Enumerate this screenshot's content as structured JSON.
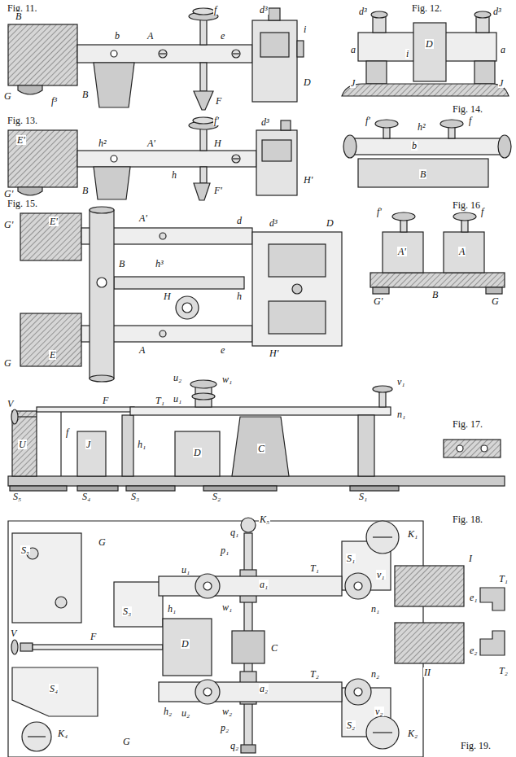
{
  "diagram": {
    "labels": [
      "Fig. 11.",
      "B",
      "b",
      "A",
      "f",
      "e",
      "d³",
      "i",
      "D",
      "F",
      "B",
      "G",
      "f³",
      "Fig. 12.",
      "d³",
      "d³",
      "a",
      "a",
      "i",
      "D",
      "J",
      "J",
      "Fig. 13.",
      "E'",
      "A'",
      "h²",
      "H",
      "f'",
      "h",
      "d³",
      "H'",
      "F'",
      "G'",
      "B",
      "Fig. 14.",
      "f'",
      "f",
      "b",
      "h²",
      "B",
      "Fig. 15.",
      "G'",
      "E'",
      "A'",
      "B",
      "h³",
      "H",
      "h",
      "d",
      "d³",
      "D",
      "H'",
      "A",
      "e",
      "E",
      "G",
      "Fig. 16.",
      "f'",
      "f",
      "A'",
      "A",
      "G'",
      "B",
      "G",
      "Fig. 17.",
      "V",
      "F",
      "U",
      "f",
      "J",
      "h₁",
      "T₁",
      "u₂",
      "w₁",
      "u₁",
      "D",
      "C",
      "v₁",
      "n₁",
      "S₅",
      "S₄",
      "S₃",
      "S₂",
      "S₁",
      "Fig. 18.",
      "K₅",
      "q₁",
      "p₁",
      "K₁",
      "S₁",
      "a₁",
      "u₁",
      "w₁",
      "T₁",
      "v₁",
      "n₁",
      "S₅",
      "G",
      "S₃",
      "h₁",
      "V",
      "F",
      "D",
      "C",
      "a₂",
      "h₂",
      "w₂",
      "u₂",
      "T₂",
      "n₂",
      "v₂",
      "S₂",
      "K₂",
      "S₄",
      "K₄",
      "G",
      "p₂",
      "q₂",
      "I",
      "II",
      "T₁",
      "e₁",
      "e₂",
      "T₂",
      "Fig. 19."
    ]
  }
}
